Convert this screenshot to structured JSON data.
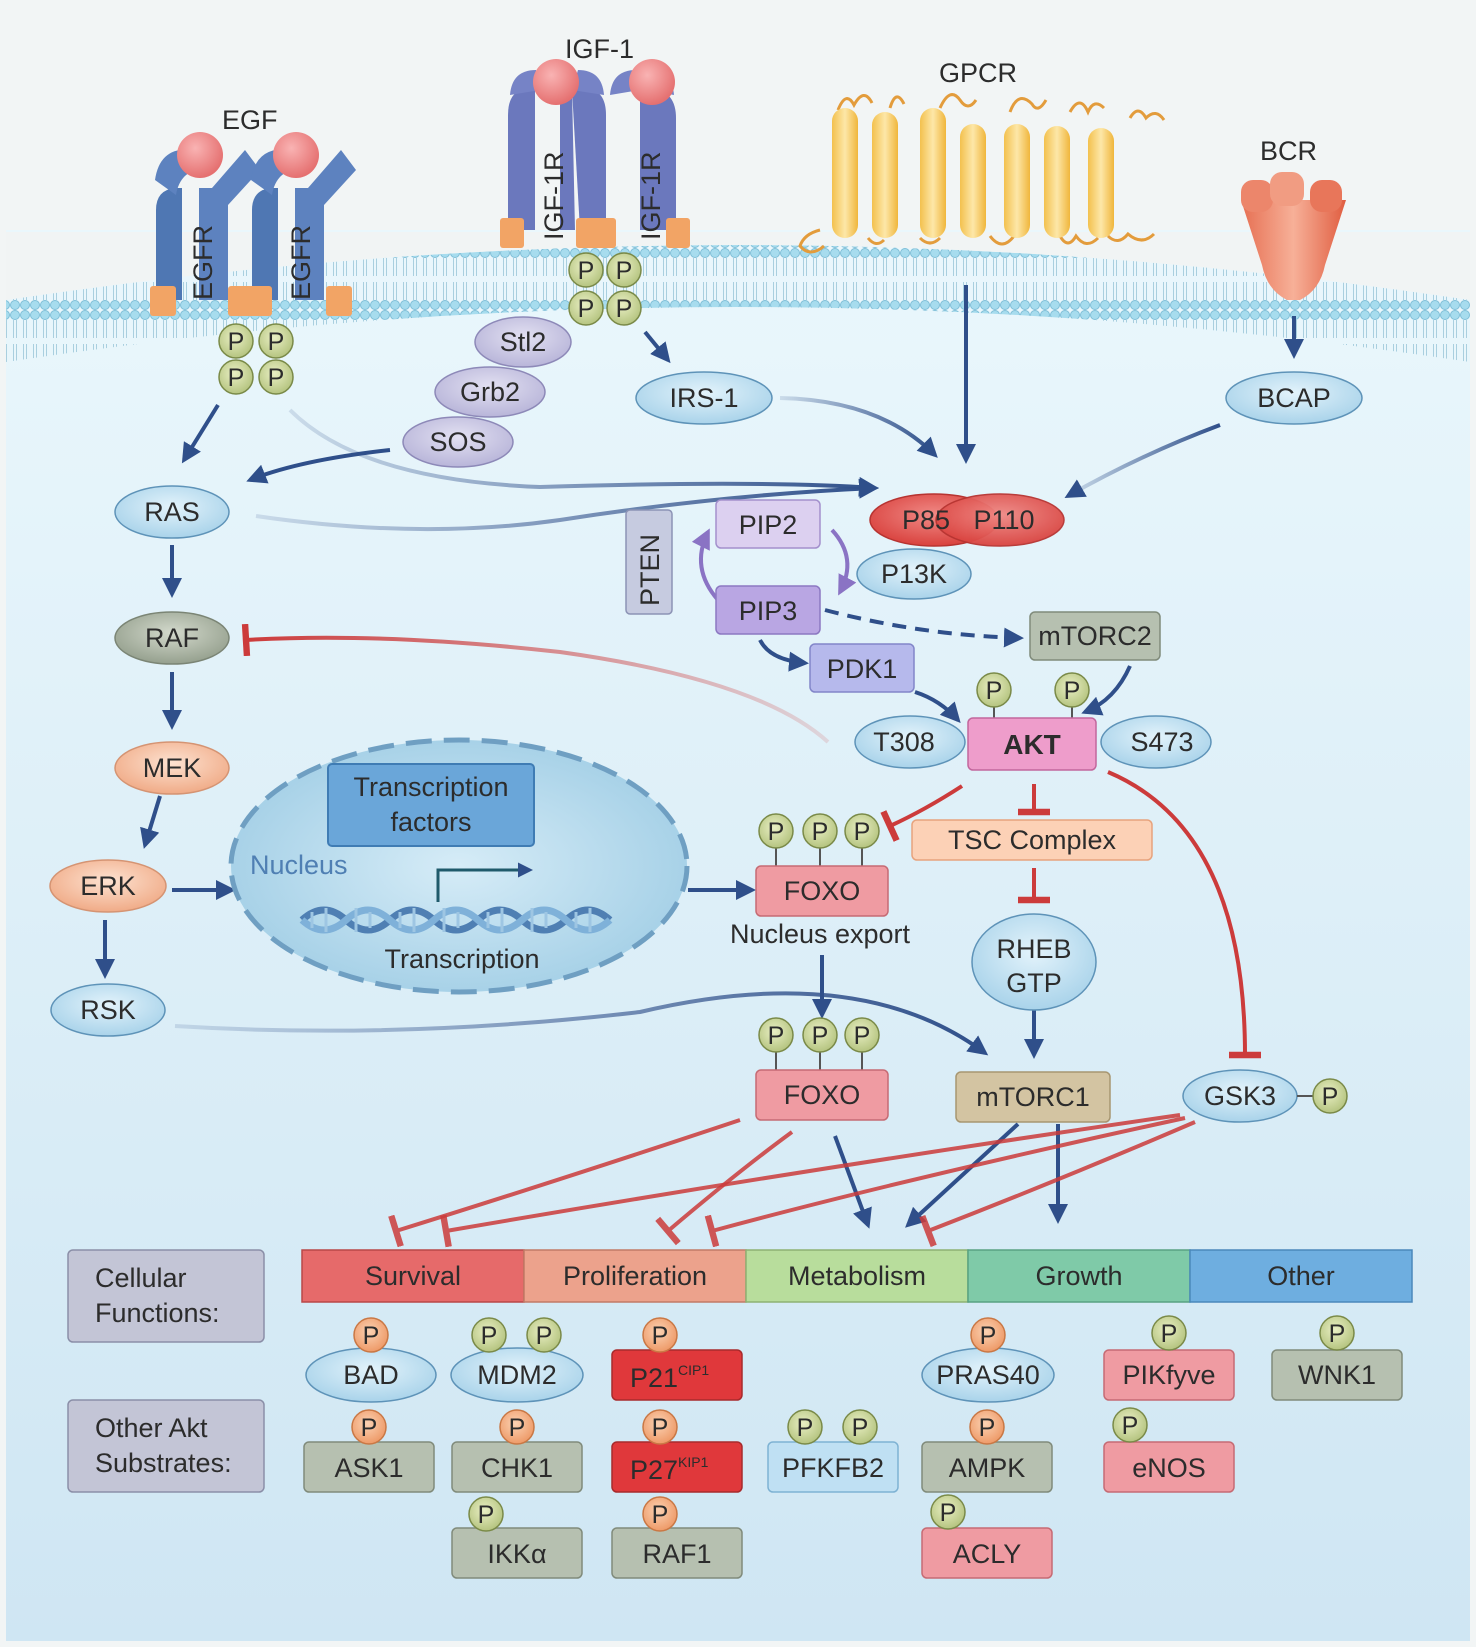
{
  "receptors": {
    "egf": "EGF",
    "egfr": "EGFR",
    "igf1": "IGF-1",
    "igf1r": "IGF-1R",
    "gpcr": "GPCR",
    "bcr": "BCR"
  },
  "nodes": {
    "stl2": "Stl2",
    "grb2": "Grb2",
    "sos": "SOS",
    "irs1": "IRS-1",
    "bcap": "BCAP",
    "ras": "RAS",
    "raf": "RAF",
    "mek": "MEK",
    "erk": "ERK",
    "rsk": "RSK",
    "p85": "P85",
    "p110": "P110",
    "pi3k": "P13K",
    "pip2": "PIP2",
    "pip3": "PIP3",
    "pten": "PTEN",
    "mtorc2": "mTORC2",
    "pdk1": "PDK1",
    "akt": "AKT",
    "t308": "T308",
    "s473": "S473",
    "tsc": "TSC Complex",
    "rheb_line1": "RHEB",
    "rheb_line2": "GTP",
    "mtorc1": "mTORC1",
    "gsk3": "GSK3",
    "foxo": "FOXO",
    "nucleus_export": "Nucleus export",
    "p": "P"
  },
  "nucleus": {
    "label": "Nucleus",
    "tf_line1": "Transcription",
    "tf_line2": "factors",
    "transcription": "Transcription"
  },
  "cellular_functions": {
    "label_line1": "Cellular",
    "label_line2": "Functions:",
    "items": [
      "Survival",
      "Proliferation",
      "Metabolism",
      "Growth",
      "Other"
    ]
  },
  "substrates": {
    "label_line1": "Other Akt",
    "label_line2": "Substrates:",
    "bad": "BAD",
    "mdm2": "MDM2",
    "p21": "P21",
    "p21_sup": "CIP1",
    "pras40": "PRAS40",
    "pikfyve": "PIKfyve",
    "wnk1": "WNK1",
    "ask1": "ASK1",
    "chk1": "CHK1",
    "p27": "P27",
    "p27_sup": "KIP1",
    "pfkfb2": "PFKFB2",
    "ampk": "AMPK",
    "enos": "eNOS",
    "ikka": "IKKα",
    "raf1": "RAF1",
    "acly": "ACLY"
  },
  "colors": {
    "activation": "#2f4f8a",
    "inhibition": "#cc3b3b",
    "cytoplasm": "#e4f3fa",
    "membrane": "#9fd6ea"
  }
}
